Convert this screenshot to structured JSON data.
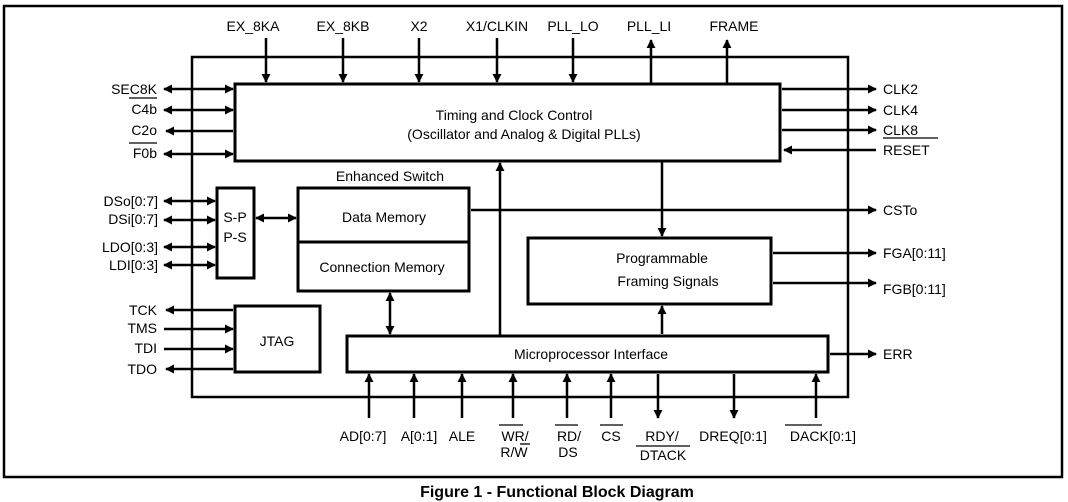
{
  "caption": "Figure 1 - Functional Block Diagram",
  "blocks": {
    "timing_line1": "Timing and Clock Control",
    "timing_line2": "(Oscillator and Analog & Digital PLLs)",
    "enhanced_switch": "Enhanced Switch",
    "data_memory": "Data Memory",
    "connection_memory": "Connection Memory",
    "sp_line1": "S-P",
    "sp_line2": "P-S",
    "jtag": "JTAG",
    "framing_line1": "Programmable",
    "framing_line2": "Framing Signals",
    "micro": "Microprocessor Interface"
  },
  "top_pins": [
    "EX_8KA",
    "EX_8KB",
    "X2",
    "X1/CLKIN",
    "PLL_LO",
    "PLL_LI",
    "FRAME"
  ],
  "left_pins": {
    "sec8k": "SEC8K",
    "c4b": "C4b",
    "c2o": "C2o",
    "f0b": "F0b",
    "dso": "DSo[0:7]",
    "dsi": "DSi[0:7]",
    "ldo": "LDO[0:3]",
    "ldi": "LDI[0:3]",
    "tck": "TCK",
    "tms": "TMS",
    "tdi": "TDI",
    "tdo": "TDO"
  },
  "right_pins": {
    "clk2": "CLK2",
    "clk4": "CLK4",
    "clk8": "CLK8",
    "reset": "RESET",
    "csto": "CSTo",
    "fga": "FGA[0:11]",
    "fgb": "FGB[0:11]",
    "err": "ERR"
  },
  "bottom_pins": {
    "ad": "AD[0:7]",
    "a": "A[0:1]",
    "ale": "ALE",
    "wr": "WR/",
    "rw": "R/W",
    "rd": "RD/",
    "ds": "DS",
    "cs": "CS",
    "rdy": "RDY/",
    "dtack": "DTACK",
    "dreq": "DREQ[0:1]",
    "dack": "DACK[0:1]"
  }
}
